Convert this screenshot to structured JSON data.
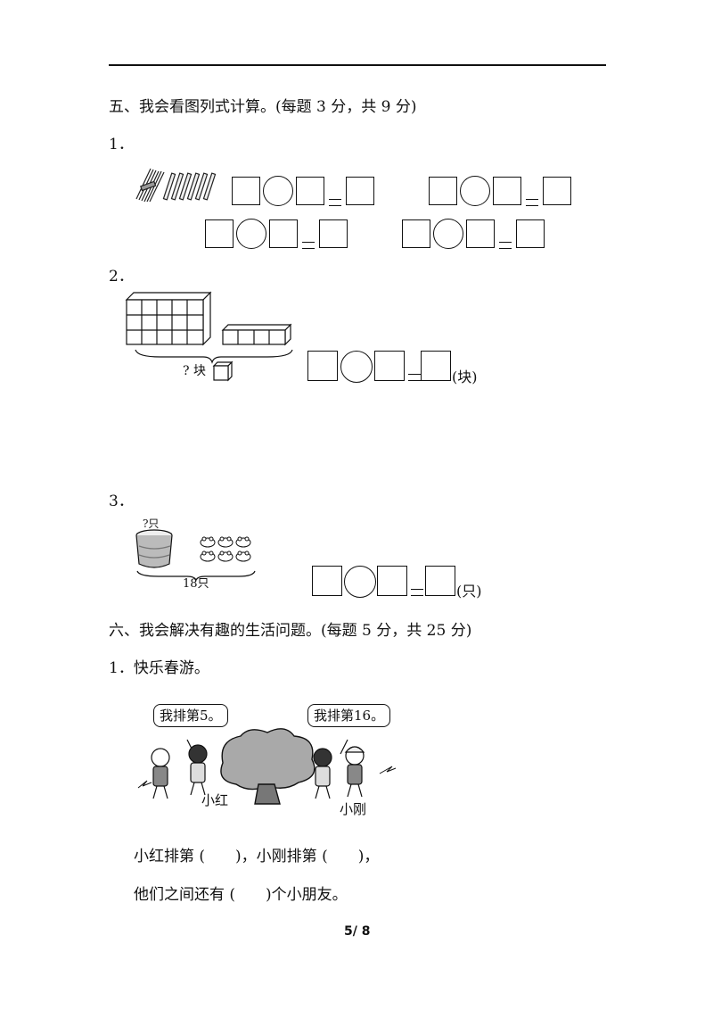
{
  "section5": {
    "title": "五、我会看图列式计算。(每题 3 分，共 9 分)",
    "q1_num": "1．",
    "q2_num": "2．",
    "q2_label": "? 块",
    "q2_unit": "(块)",
    "q3_num": "3．",
    "q3_top_label": "?只",
    "q3_bottom_label": "18只",
    "q3_unit": "(只)"
  },
  "section6": {
    "title": "六、我会解决有趣的生活问题。(每题 5 分，共 25 分)",
    "q1_title": "1．快乐春游。",
    "bubble_left": "我排第5。",
    "bubble_right": "我排第16。",
    "name_left": "小红",
    "name_right": "小刚",
    "line1": "小红排第 (　　)，小刚排第 (　　)，",
    "line2": "他们之间还有 (　　)个小朋友。"
  },
  "footer": {
    "page": "5/ 8"
  }
}
